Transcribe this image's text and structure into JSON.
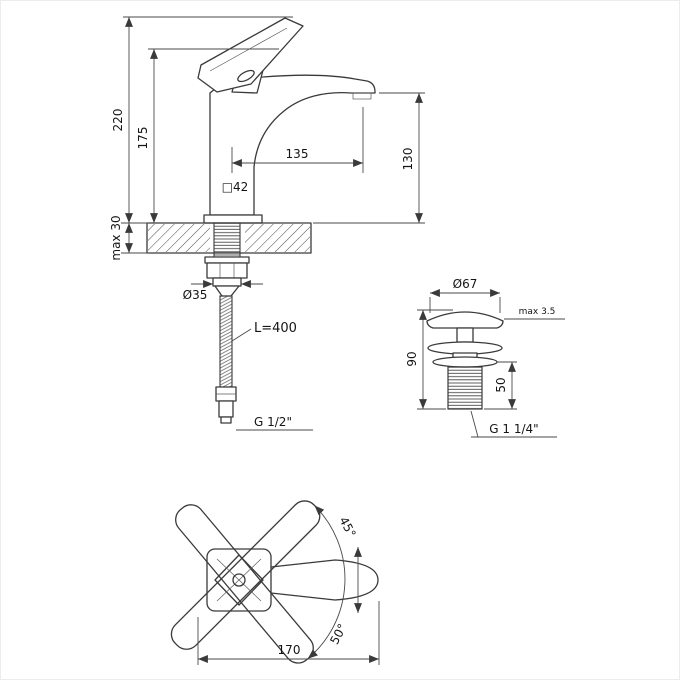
{
  "drawing": {
    "type": "faucet-dimension-drawing",
    "line_color": "#3a3a3a",
    "background": "#ffffff",
    "side_view": {
      "dim_height_total": "220",
      "dim_height_to_spout": "175",
      "dim_spout_reach": "135",
      "dim_outlet_height": "130",
      "dim_body_section": "□42",
      "dim_deck_thickness": "max 30",
      "dim_shank_diameter": "Ø35",
      "dim_hose_length": "L=400",
      "dim_thread": "G 1/2\""
    },
    "waste_view": {
      "dim_cap_diameter": "Ø67",
      "dim_cap_edge": "max 3.5",
      "dim_total_height": "90",
      "dim_body_height": "50",
      "dim_thread": "G 1 1/4\""
    },
    "top_view": {
      "dim_angle_up": "45°",
      "dim_angle_down": "50°",
      "dim_width": "170"
    }
  }
}
